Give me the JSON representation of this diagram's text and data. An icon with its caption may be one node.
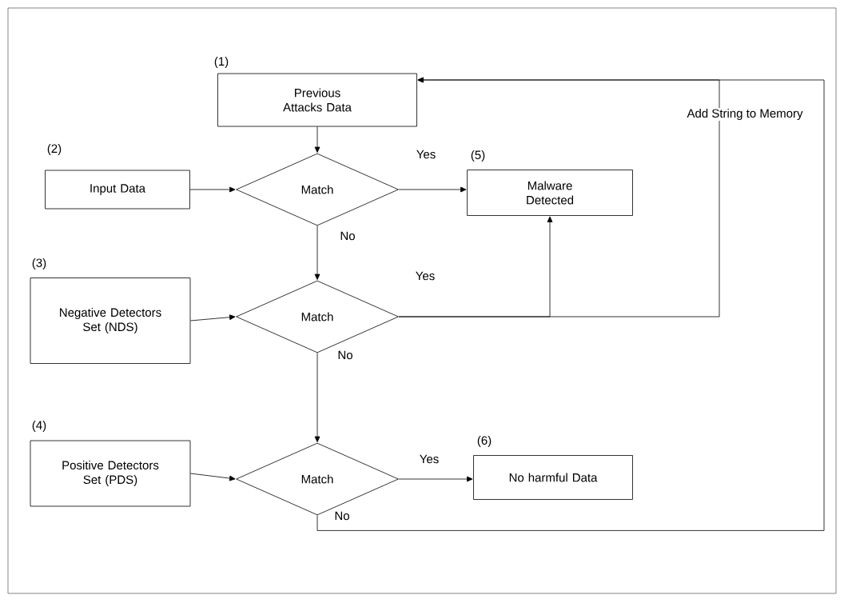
{
  "diagram": {
    "nodes": [
      {
        "text": [
          "Previous Attacks Data"
        ],
        "beside": [
          "(1)"
        ]
      },
      {
        "text": [
          "Input Data"
        ],
        "beside": [
          "(2)"
        ]
      },
      {
        "text": [
          "Match"
        ]
      },
      {
        "text": [
          "Malware Detected"
        ],
        "beside": [
          "(5)"
        ]
      },
      {
        "text": [
          "Negative Detectors Set (NDS)"
        ],
        "beside": [
          "(3)"
        ]
      },
      {
        "text": [
          "Match"
        ]
      },
      {
        "text": [
          "Positive Detectors Set (PDS)"
        ],
        "beside": [
          "(4)"
        ]
      },
      {
        "text": [
          "Match"
        ]
      },
      {
        "text": [
          "No harmful Data"
        ],
        "beside": [
          "(6)"
        ]
      }
    ],
    "edges": [
      {
        "from": 0,
        "to": 2,
        "arrow": "to"
      },
      {
        "from": 1,
        "to": 2,
        "arrow": "to"
      },
      {
        "from": 2,
        "to": 3,
        "arrow": "to",
        "label": "Yes"
      },
      {
        "from": 2,
        "to": 5,
        "arrow": "to",
        "label": "No"
      },
      {
        "from": 4,
        "to": 5,
        "arrow": "to"
      },
      {
        "from": 5,
        "to": 3,
        "arrow": "to",
        "label": "Yes"
      },
      {
        "from": 5,
        "to": 0,
        "arrow": "to",
        "label": "Add String to Memory"
      },
      {
        "from": 5,
        "to": 7,
        "arrow": "to",
        "label": "No"
      },
      {
        "from": 6,
        "to": 7,
        "arrow": "to"
      },
      {
        "from": 7,
        "to": 8,
        "arrow": "to",
        "label": "Yes"
      },
      {
        "from": 7,
        "to": 0,
        "arrow": "to",
        "label": "No"
      }
    ]
  }
}
